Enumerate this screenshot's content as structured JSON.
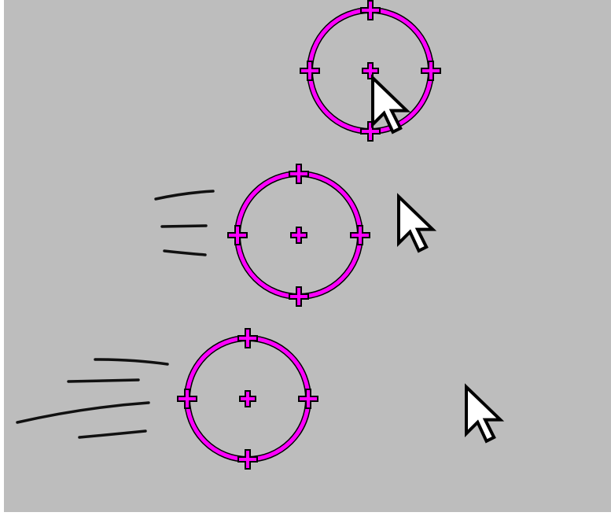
{
  "colors": {
    "background": "#bdbdbd",
    "white_strip": "#ffffff",
    "ring": "#ff00ff",
    "outline": "#000000",
    "cursor_fill": "#ffffff",
    "motion_line": "#111111"
  },
  "icons": {
    "target": "crosshair-circle-icon",
    "cursor": "arrow-cursor-icon"
  },
  "steps": [
    {
      "id": "step-1",
      "motion_lines": 0
    },
    {
      "id": "step-2",
      "motion_lines": 3
    },
    {
      "id": "step-3",
      "motion_lines": 4
    }
  ]
}
